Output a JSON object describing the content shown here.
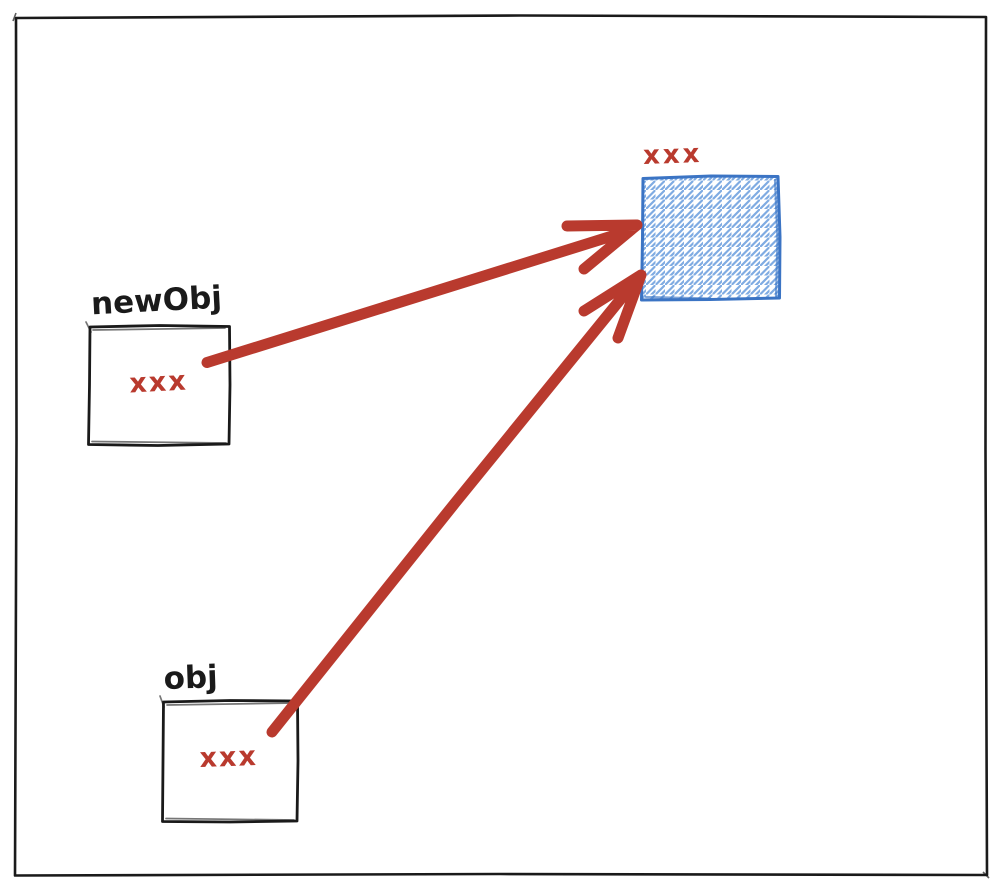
{
  "diagram": {
    "kind": "hand-drawn object reference diagram",
    "nodes": {
      "new_obj": {
        "label": "newObj",
        "value": "xxx"
      },
      "obj": {
        "label": "obj",
        "value": "xxx"
      },
      "target": {
        "label": "xxx"
      }
    },
    "arrows": [
      {
        "from": "newObj",
        "to": "xxx"
      },
      {
        "from": "obj",
        "to": "xxx"
      }
    ]
  },
  "colors": {
    "ink": "#1a1a1a",
    "red": "#b93a2e",
    "blue": "#3b74c4",
    "blue_hatch": "#7fabe2",
    "white": "#ffffff"
  }
}
